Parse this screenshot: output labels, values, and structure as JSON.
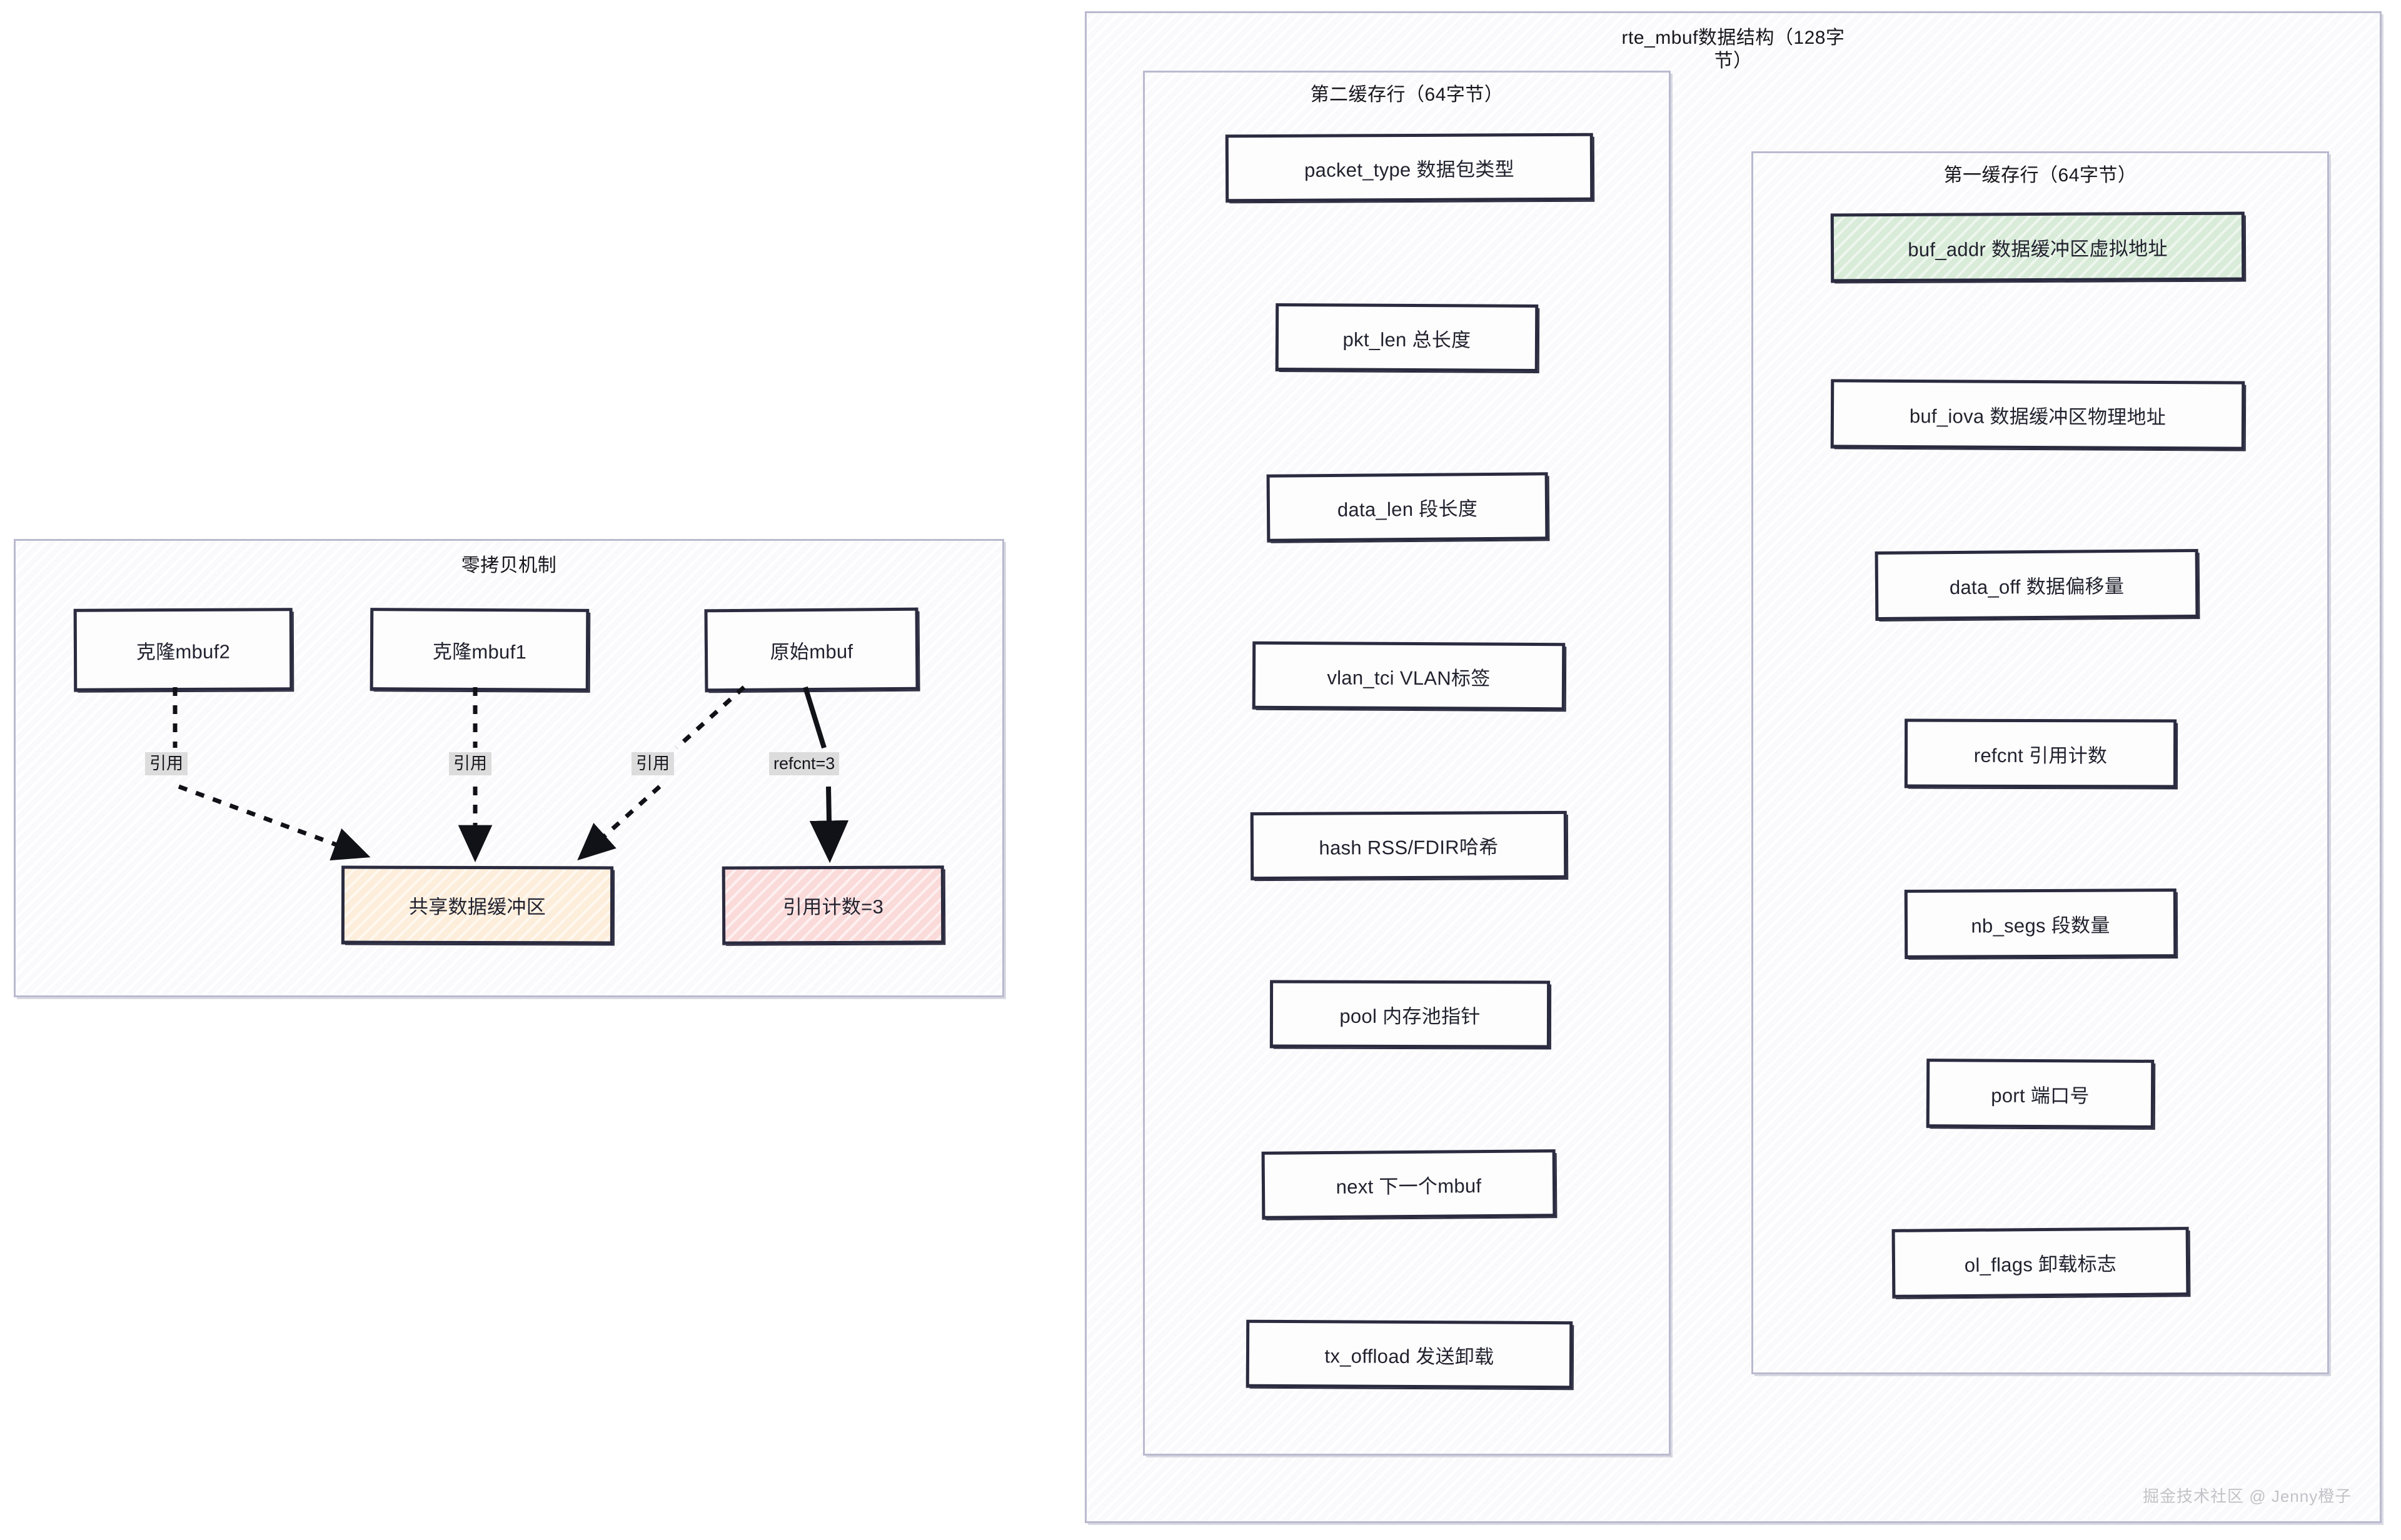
{
  "zero_copy": {
    "title": "零拷贝机制",
    "nodes": [
      {
        "id": "clone2",
        "label": "克隆mbuf2"
      },
      {
        "id": "clone1",
        "label": "克隆mbuf1"
      },
      {
        "id": "origin",
        "label": "原始mbuf"
      },
      {
        "id": "shared",
        "label": "共享数据缓冲区"
      },
      {
        "id": "refcount",
        "label": "引用计数=3"
      }
    ],
    "edges": [
      {
        "from": "clone2",
        "to": "shared",
        "label": "引用",
        "style": "dotted"
      },
      {
        "from": "clone1",
        "to": "shared",
        "label": "引用",
        "style": "dotted"
      },
      {
        "from": "origin",
        "to": "shared",
        "label": "引用",
        "style": "dotted"
      },
      {
        "from": "origin",
        "to": "refcount",
        "label": "refcnt=3",
        "style": "solid"
      }
    ]
  },
  "mbuf": {
    "title_line1": "rte_mbuf数据结构（128字",
    "title_line2": "节）",
    "title_full": "rte_mbuf数据结构（128字节）",
    "second_cache_line": {
      "title": "第二缓存行（64字节）",
      "fields": [
        {
          "label": "packet_type 数据包类型"
        },
        {
          "label": "pkt_len 总长度"
        },
        {
          "label": "data_len 段长度"
        },
        {
          "label": "vlan_tci VLAN标签"
        },
        {
          "label": "hash RSS/FDIR哈希"
        },
        {
          "label": "pool 内存池指针"
        },
        {
          "label": "next 下一个mbuf"
        },
        {
          "label": "tx_offload 发送卸载"
        }
      ]
    },
    "first_cache_line": {
      "title": "第一缓存行（64字节）",
      "fields": [
        {
          "label": "buf_addr 数据缓冲区虚拟地址",
          "highlight": true
        },
        {
          "label": "buf_iova 数据缓冲区物理地址",
          "highlight": false
        },
        {
          "label": "data_off 数据偏移量",
          "highlight": false
        },
        {
          "label": "refcnt 引用计数",
          "highlight": false
        },
        {
          "label": "nb_segs 段数量",
          "highlight": false
        },
        {
          "label": "port 端口号",
          "highlight": false
        },
        {
          "label": "ol_flags 卸载标志",
          "highlight": false
        }
      ]
    }
  },
  "watermark": {
    "text": "掘金技术社区 @ Jenny橙子"
  },
  "colors": {
    "stroke": "#2b2b40",
    "group_border": "#b9b9cf",
    "highlight_green": "#d9ecd9",
    "shared_cream": "#fdeedb",
    "refcount_pink": "#fbdada",
    "edge_label_bg": "#dcdcdc"
  }
}
